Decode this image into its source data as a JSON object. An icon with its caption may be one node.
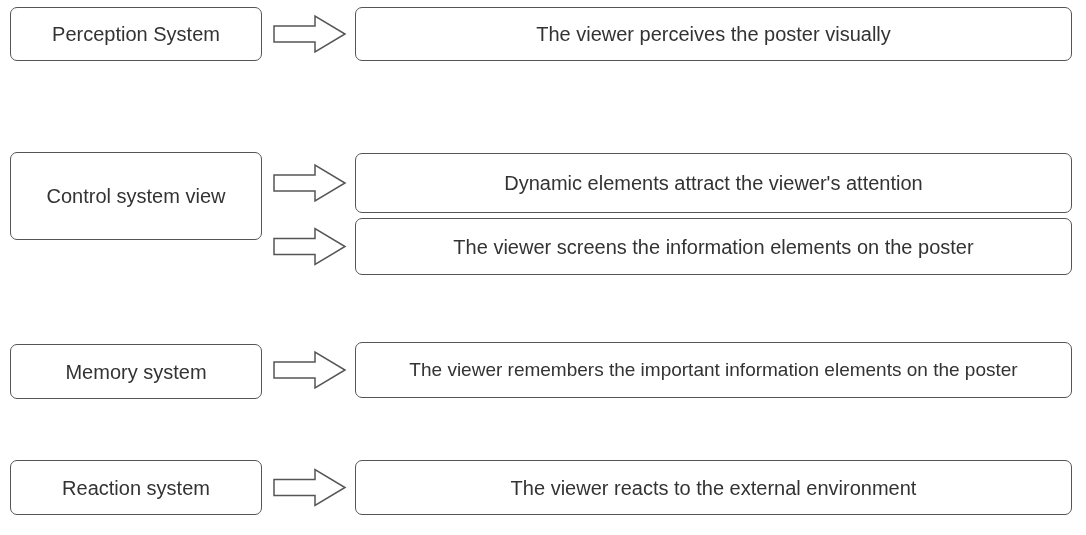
{
  "diagram": {
    "nodes": [
      {
        "text": [
          "Perception System"
        ]
      },
      {
        "text": [
          "The viewer perceives the poster visually"
        ]
      },
      {
        "text": [
          "Control system view"
        ]
      },
      {
        "text": [
          "Dynamic elements attract the viewer's attention"
        ]
      },
      {
        "text": [
          "The viewer screens the information elements on the poster"
        ]
      },
      {
        "text": [
          "Memory system"
        ]
      },
      {
        "text": [
          "The viewer remembers the important information elements on the poster"
        ]
      },
      {
        "text": [
          "Reaction system"
        ]
      },
      {
        "text": [
          "The viewer reacts to the external environment"
        ]
      }
    ],
    "edges": [
      {
        "from": 0,
        "to": 1,
        "arrow": "to"
      },
      {
        "from": 2,
        "to": 3,
        "arrow": "to"
      },
      {
        "from": 2,
        "to": 4,
        "arrow": "to"
      },
      {
        "from": 5,
        "to": 6,
        "arrow": "to"
      },
      {
        "from": 7,
        "to": 8,
        "arrow": "to"
      }
    ]
  }
}
